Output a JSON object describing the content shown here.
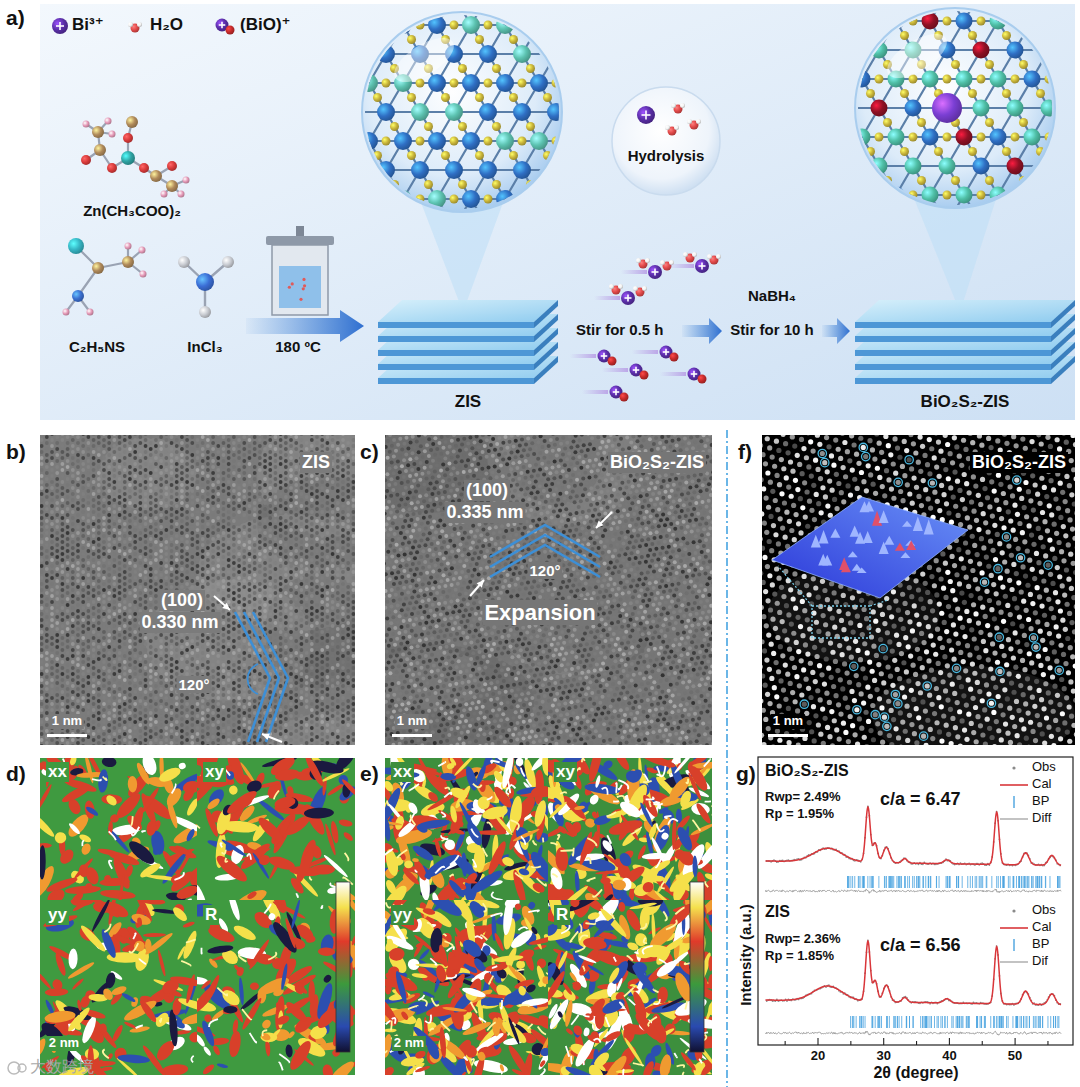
{
  "diagram": {
    "nodes": [
      {
        "text": [
          "ZIS"
        ]
      },
      {
        "text": [
          "Hydrolysis"
        ]
      },
      {
        "text": [
          "BiO₂S₂-ZIS"
        ]
      }
    ],
    "labels": [
      "a)",
      "Zn(CH₃COO)₂",
      "C₂H₅NS",
      "InCl₃",
      "180 ºC",
      "Stir for 0.5 h",
      "NaBH₄",
      "Stir for 10 h",
      "b)",
      "ZIS",
      "(100)",
      "0.330 nm",
      "120°",
      "1 nm",
      "c)",
      "BiO₂S₂-ZIS",
      "(100)",
      "0.335 nm",
      "120°",
      "Expansion",
      "1 nm",
      "f)",
      "BiO₂S₂-ZIS",
      "1 nm",
      "d)",
      "xx",
      "xy",
      "yy",
      "R",
      "2 nm",
      "e)",
      "xx",
      "xy",
      "yy",
      "R",
      "2 nm",
      "g)",
      "BiO₂S₂-ZIS",
      "Rwp= 2.49%",
      "Rp = 1.95%",
      "c/a = 6.47",
      "ZIS",
      "Rwp= 2.36%",
      "Rp = 1.85%",
      "c/a = 6.56",
      "Intensity (a.u.)",
      "20",
      "30",
      "40",
      "50",
      "2θ (degree)",
      "大数跨境"
    ],
    "legend": [
      {
        "text": "Bi³⁺"
      },
      {
        "text": "H₂O"
      },
      {
        "text": "(BiO)⁺"
      },
      {
        "text": "Obs"
      },
      {
        "text": "Cal"
      },
      {
        "text": "BP"
      },
      {
        "text": "Diff"
      },
      {
        "text": "Obs"
      },
      {
        "text": "Cal"
      },
      {
        "text": "BP"
      },
      {
        "text": "Dif"
      }
    ]
  }
}
